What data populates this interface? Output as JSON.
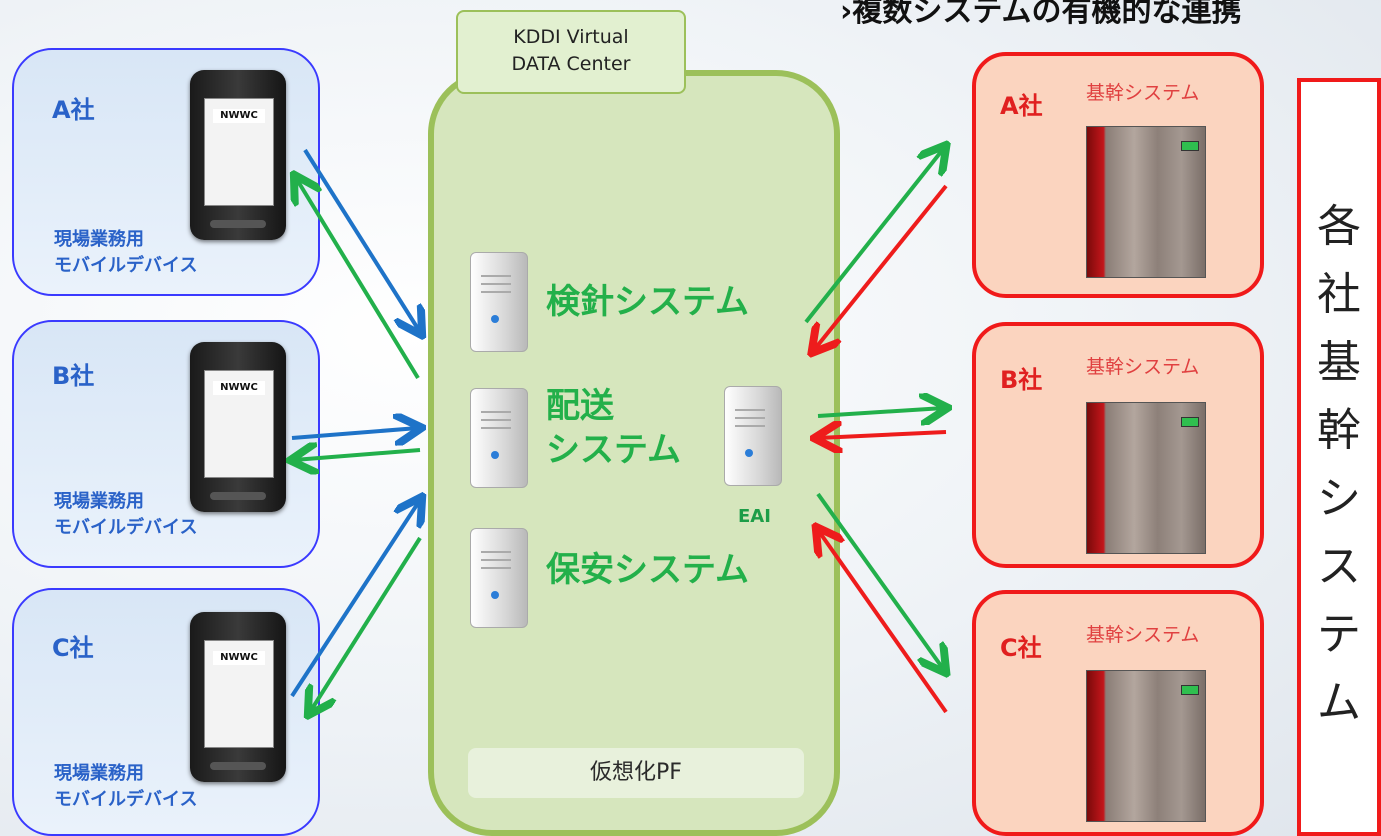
{
  "header": {
    "text": "›複数システムの有機的な連携"
  },
  "center": {
    "title_line1": "KDDI Virtual",
    "title_line2": "DATA Center",
    "systems": [
      "検針システム",
      "配送",
      "システム",
      "保安システム"
    ],
    "eai": "EAI",
    "platform": "仮想化PF"
  },
  "companies": [
    {
      "name": "A社",
      "role1": "現場業務用",
      "role2": "モバイルデバイス"
    },
    {
      "name": "B社",
      "role1": "現場業務用",
      "role2": "モバイルデバイス"
    },
    {
      "name": "C社",
      "role1": "現場業務用",
      "role2": "モバイルデバイス"
    }
  ],
  "phone_logo": "NWWC",
  "core_systems": [
    {
      "name": "A社",
      "label": "基幹システム"
    },
    {
      "name": "B社",
      "label": "基幹システム"
    },
    {
      "name": "C社",
      "label": "基幹システム"
    }
  ],
  "right_label_chars": [
    "各",
    "社",
    "基",
    "幹",
    "シ",
    "ス",
    "テ",
    "ム"
  ],
  "colors": {
    "blue_arrow": "#1e73c8",
    "green_arrow": "#22b04b",
    "red_arrow": "#ee1c1c"
  }
}
